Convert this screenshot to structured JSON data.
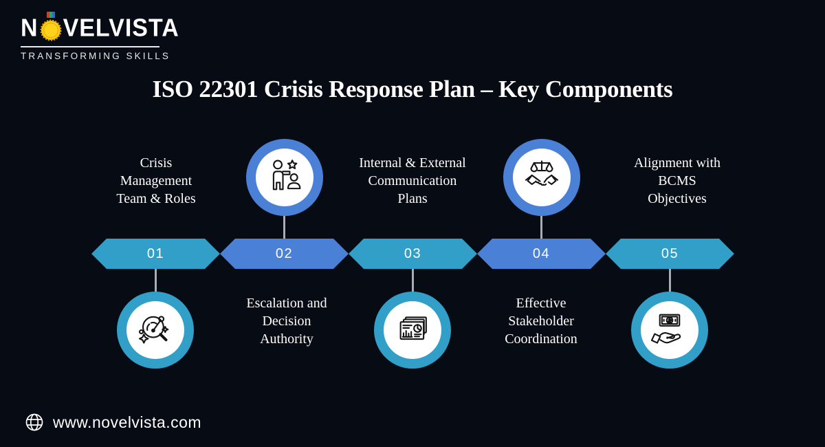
{
  "brand": {
    "name_prefix": "N",
    "name_suffix": "VELVISTA",
    "tagline": "TRANSFORMING SKILLS"
  },
  "title": "ISO 22301 Crisis Response Plan – Key Components",
  "timeline": {
    "steps": [
      {
        "number": "01",
        "accent_color": "#319FC7",
        "label_lines": [
          "Crisis",
          "Management",
          "Team & Roles"
        ],
        "label_position": "top",
        "icon": "crisis-detection-magnifier-icon",
        "icon_position": "bottom"
      },
      {
        "number": "02",
        "accent_color": "#4B80D7",
        "label_lines": [
          "Escalation and",
          "Decision",
          "Authority"
        ],
        "label_position": "bottom",
        "icon": "leadership-team-icon",
        "icon_position": "top"
      },
      {
        "number": "03",
        "accent_color": "#319FC7",
        "label_lines": [
          "Internal & External",
          "Communication",
          "Plans"
        ],
        "label_position": "top",
        "icon": "communication-reports-icon",
        "icon_position": "bottom"
      },
      {
        "number": "04",
        "accent_color": "#4B80D7",
        "label_lines": [
          "Effective",
          "Stakeholder",
          "Coordination"
        ],
        "label_position": "bottom",
        "icon": "handshake-scales-icon",
        "icon_position": "top"
      },
      {
        "number": "05",
        "accent_color": "#319FC7",
        "label_lines": [
          "Alignment with",
          "BCMS",
          "Objectives"
        ],
        "label_position": "top",
        "icon": "money-in-hand-icon",
        "icon_position": "bottom"
      }
    ]
  },
  "footer": {
    "website": "www.novelvista.com"
  },
  "colors": {
    "background": "#070B13",
    "teal_accent": "#319FC7",
    "blue_accent": "#4B80D7",
    "text": "#FFFFFF",
    "connector": "#A9AEB5",
    "medal_yellow": "#FFD21C"
  }
}
